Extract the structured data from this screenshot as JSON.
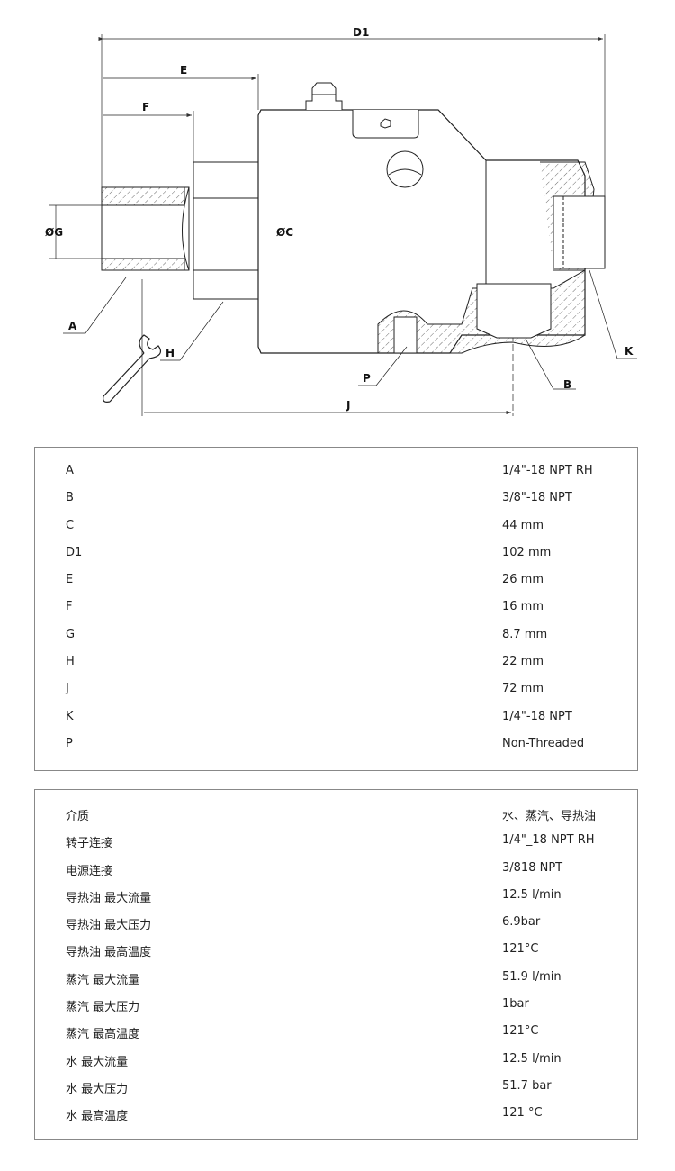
{
  "drawing": {
    "labels": {
      "d1": "D1",
      "e": "E",
      "f": "F",
      "g": "ØG",
      "c": "ØC",
      "a": "A",
      "h": "H",
      "p": "P",
      "b": "B",
      "k": "K",
      "j": "J"
    },
    "icons": [
      "wrench-icon"
    ]
  },
  "dimensions": [
    {
      "key": "A",
      "value": "1/4\"-18 NPT RH"
    },
    {
      "key": "B",
      "value": "3/8\"-18 NPT"
    },
    {
      "key": "C",
      "value": "44 mm"
    },
    {
      "key": "D1",
      "value": "102 mm"
    },
    {
      "key": "E",
      "value": "26 mm"
    },
    {
      "key": "F",
      "value": "16 mm"
    },
    {
      "key": "G",
      "value": "8.7 mm"
    },
    {
      "key": "H",
      "value": "22 mm"
    },
    {
      "key": "J",
      "value": "72 mm"
    },
    {
      "key": "K",
      "value": "1/4\"-18 NPT"
    },
    {
      "key": "P",
      "value": "Non-Threaded"
    }
  ],
  "specs": [
    {
      "key": "介质",
      "value": "水、蒸汽、导热油"
    },
    {
      "key": "转子连接",
      "value": "1/4\"_18 NPT RH"
    },
    {
      "key": "电源连接",
      "value": "3/818 NPT"
    },
    {
      "key": "导热油 最大流量",
      "value": "12.5 l/min"
    },
    {
      "key": "导热油 最大压力",
      "value": "6.9bar"
    },
    {
      "key": "导热油 最高温度",
      "value": "121°C"
    },
    {
      "key": "蒸汽 最大流量",
      "value": "51.9 l/min"
    },
    {
      "key": "蒸汽 最大压力",
      "value": "1bar"
    },
    {
      "key": "蒸汽 最高温度",
      "value": "121°C"
    },
    {
      "key": "水 最大流量",
      "value": "12.5 l/min"
    },
    {
      "key": "水 最大压力",
      "value": "51.7 bar"
    },
    {
      "key": "水 最高温度",
      "value": "121 °C"
    }
  ]
}
